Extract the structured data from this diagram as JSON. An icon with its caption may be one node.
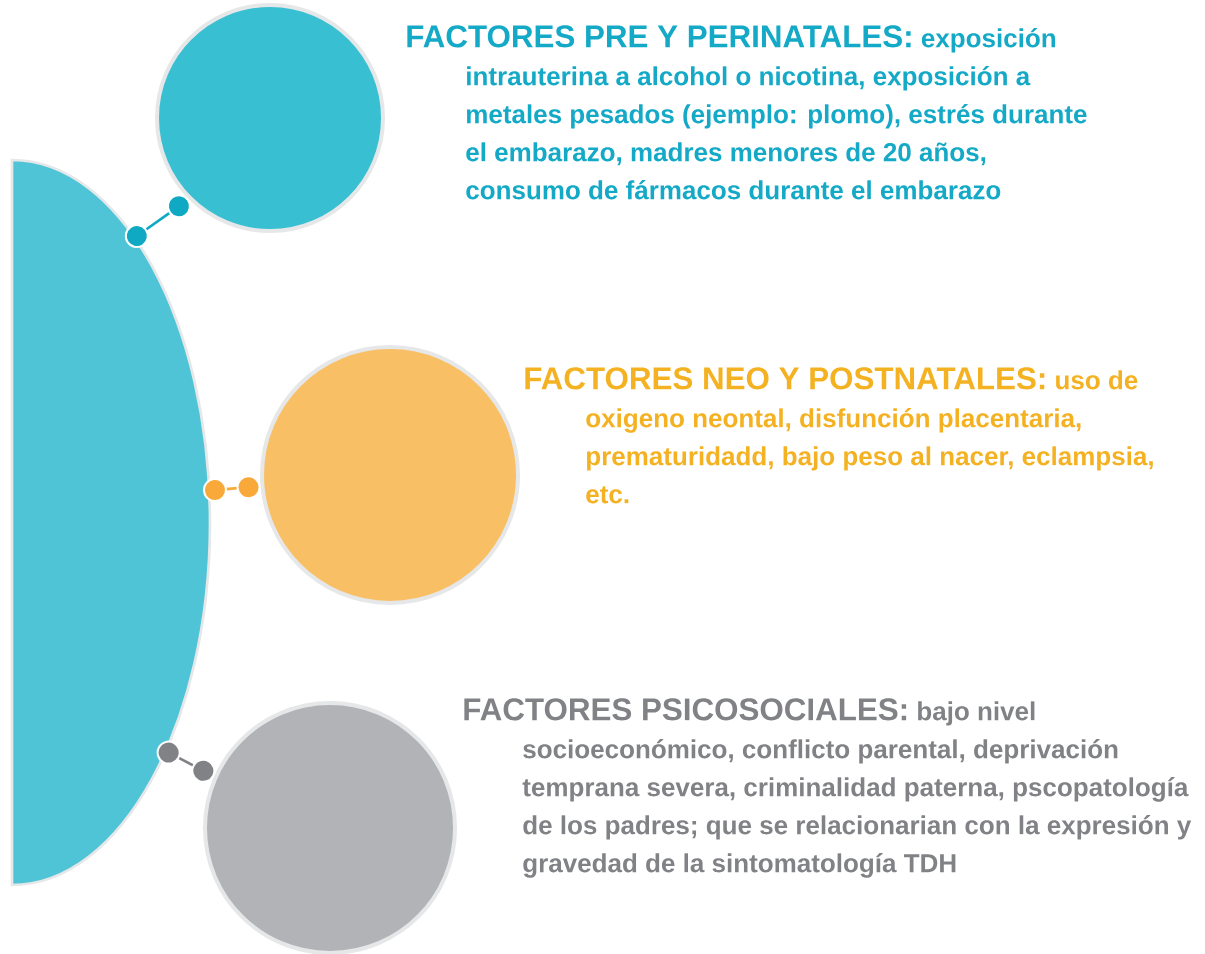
{
  "diagram": {
    "nodes": [
      {
        "text": [],
        "shape": "circle"
      },
      {
        "text": [],
        "shape": "circle",
        "beside": [
          "FACTORES PRE Y PERINATALES:",
          "exposición intrauterina a alcohol o nicotina, exposición a metales pesados (ejemplo: plomo), estrés durante el embarazo, madres menores de 20 años, consumo de fármacos durante el embarazo"
        ]
      },
      {
        "text": [],
        "shape": "circle",
        "beside": [
          "FACTORES NEO Y POSTNATALES:",
          "uso de oxigeno neontal, disfunción placentaria, prematuridadd, bajo peso al nacer, eclampsia, etc."
        ]
      },
      {
        "text": [],
        "shape": "circle",
        "beside": [
          "FACTORES PSICOSOCIALES:",
          "bajo nivel socioeconómico, conflicto parental, deprivación temprana severa, criminalidad paterna, pscopatología de los padres; que se relacionarian con la expresión y gravedad de la sintomatología TDH"
        ]
      }
    ],
    "edges": [
      {
        "from": 0,
        "to": 1,
        "arrow": "other",
        "color": "#0fa9c4"
      },
      {
        "from": 0,
        "to": 2,
        "arrow": "other",
        "color": "#f9a93a"
      },
      {
        "from": 0,
        "to": 3,
        "arrow": "other",
        "color": "#808285"
      }
    ]
  }
}
